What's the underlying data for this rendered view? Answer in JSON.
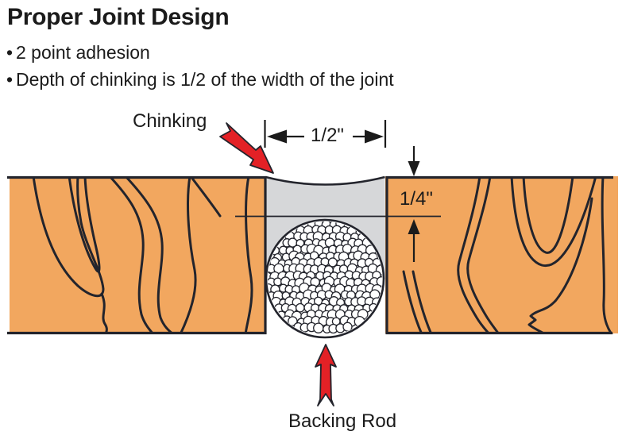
{
  "title": "Proper Joint Design",
  "bullets": {
    "marker": "•",
    "items": [
      "2 point adhesion",
      "Depth of chinking is 1/2 of the width of the joint"
    ]
  },
  "diagram": {
    "labels": {
      "chinking": "Chinking",
      "width_dimension": "1/2\"",
      "depth_dimension": "1/4\"",
      "backing_rod": "Backing Rod"
    },
    "colors": {
      "wood": "#F2A75F",
      "chinking_fill": "#D6D7D9",
      "outline": "#23242C",
      "arrow_red": "#E32126",
      "rod_fill": "#FFFFFF",
      "text": "#1B1B1B"
    }
  }
}
